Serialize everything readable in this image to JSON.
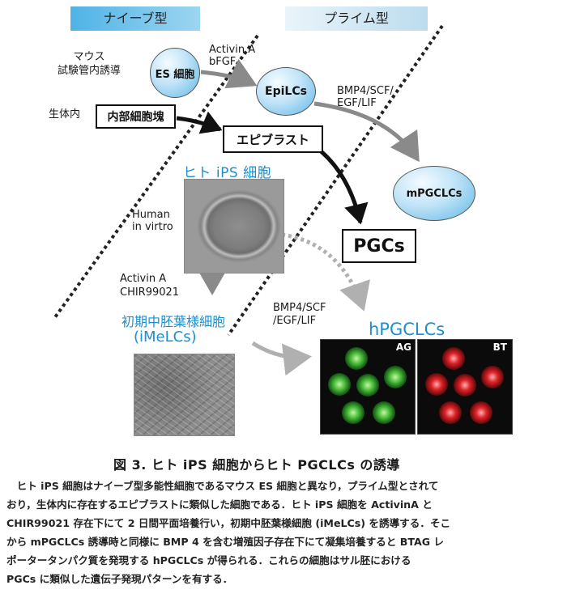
{
  "headers": {
    "naive": "ナイーブ型",
    "primed": "プライム型"
  },
  "labels": {
    "mouse_in_vitro": "マウス\n試験管内誘導",
    "in_vivo": "生体内",
    "activin_bfgf": "Activin A\nbFGF",
    "bmp4_mouse": "BMP4/SCF/\nEGF/LIF",
    "human_in_vitro": "Human\nin virtro",
    "activin_chir": "Activin A\nCHIR99021",
    "bmp4_human": "BMP4/SCF\n/EGF/LIF"
  },
  "nodes": {
    "es": "ES 細胞",
    "epilcs": "EpiLCs",
    "icm": "内部細胞塊",
    "epiblast": "エピブラスト",
    "mpgclcs": "mPGCLCs",
    "pgcs": "PGCs",
    "hips": "ヒト iPS 細胞",
    "imelcs_line1": "初期中胚葉様細胞",
    "imelcs_line2": "(iMeLCs)",
    "hpgclcs": "hPGCLCs",
    "panel_ag": "AG",
    "panel_bt": "BT"
  },
  "colors": {
    "header_naive": "#5bbbe8",
    "header_primed": "#c9e4f2",
    "accent_blue": "#1b8fd0"
  },
  "caption": {
    "title": "図 3.  ヒト iPS 細胞からヒト PGCLCs の誘導",
    "lines": [
      "　ヒト iPS 細胞はナイーブ型多能性細胞であるマウス ES 細胞と異なり，プライム型とされて",
      "おり，生体内に存在するエピブラストに類似した細胞である．ヒト iPS 細胞を ActivinA と",
      "CHIR99021 存在下にて 2 日間平面培養行い，初期中胚葉様細胞 (iMeLCs) を誘導する．そこ",
      "から mPGCLCs 誘導時と同様に BMP 4 を含む増殖因子存在下にて凝集培養すると BTAG レ",
      "ポータータンパク質を発現する hPGCLCs が得られる．これらの細胞はサル胚における",
      "PGCs に類似した遺伝子発現パターンを有する．"
    ]
  }
}
